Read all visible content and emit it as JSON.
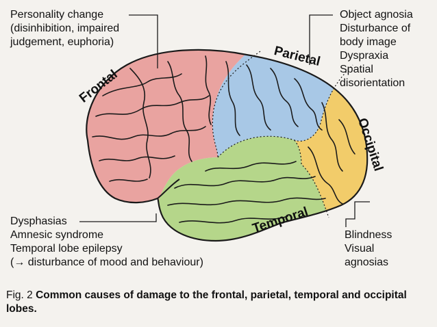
{
  "labels": {
    "frontal_effects": [
      "Personality change",
      "(disinhibition, impaired",
      "judgement, euphoria)"
    ],
    "parietal_effects": [
      "Object agnosia",
      "Disturbance of",
      "body image",
      "Dyspraxia",
      "Spatial",
      "disorientation"
    ],
    "temporal_effects": [
      "Dysphasias",
      "Amnesic syndrome",
      "Temporal lobe epilepsy",
      "(→ disturbance of mood and behaviour)"
    ],
    "occipital_effects": [
      "Blindness",
      "Visual",
      "agnosias"
    ]
  },
  "lobes": {
    "frontal": "Frontal",
    "parietal": "Parietal",
    "temporal": "Temporal",
    "occipital": "Occipital"
  },
  "colors": {
    "frontal": "#e9a3a0",
    "parietal": "#a8c8e6",
    "temporal": "#b5d68a",
    "occipital": "#f2cc6a",
    "outline": "#1a1a1a",
    "background": "#f4f2ee"
  },
  "caption": {
    "figure": "Fig. 2",
    "text": "Common causes of damage to the frontal, parietal, temporal and occipital lobes."
  }
}
